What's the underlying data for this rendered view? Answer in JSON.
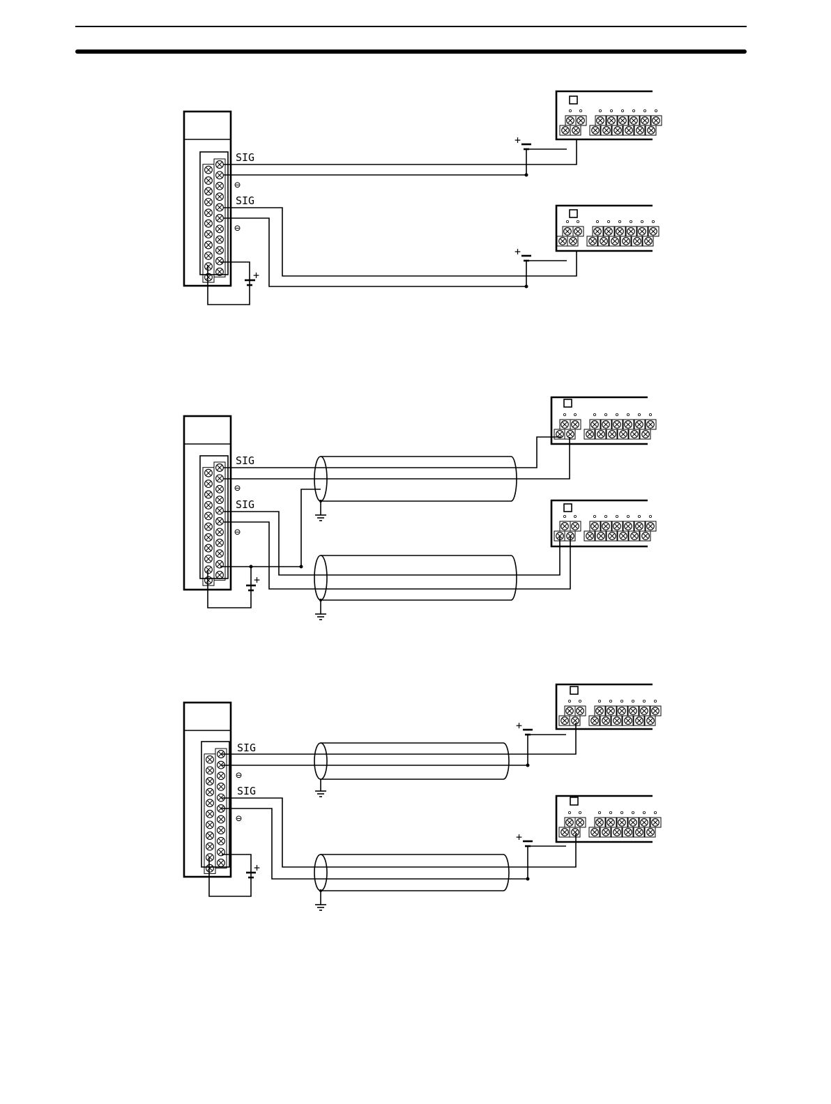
{
  "diagrams": [
    {
      "id": "diagram-1",
      "shielded": false,
      "labels": {
        "sig_a": "SIG",
        "minus_a": "⊖",
        "sig_b": "SIG",
        "minus_b": "⊖",
        "plus_main": "+",
        "plus_sensor_a": "+",
        "plus_sensor_b": "+"
      }
    },
    {
      "id": "diagram-2",
      "shielded": true,
      "labels": {
        "sig_a": "SIG",
        "minus_a": "⊖",
        "sig_b": "SIG",
        "minus_b": "⊖",
        "plus_main": "+"
      }
    },
    {
      "id": "diagram-3",
      "shielded": true,
      "labels": {
        "sig_a": "SIG",
        "minus_a": "⊖",
        "sig_b": "SIG",
        "minus_b": "⊖",
        "plus_main": "+",
        "plus_sensor_a": "+",
        "plus_sensor_b": "+"
      }
    }
  ]
}
